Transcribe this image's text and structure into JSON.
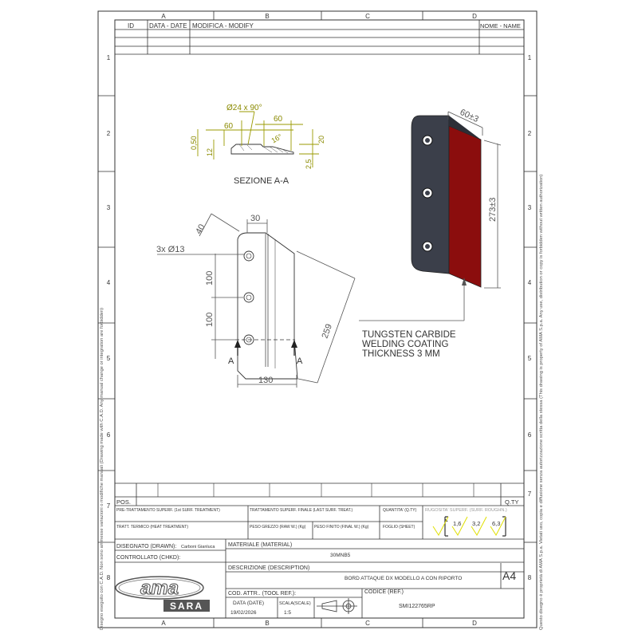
{
  "frame": {
    "columns": [
      "A",
      "B",
      "C",
      "D"
    ],
    "rows": [
      "1",
      "2",
      "3",
      "4",
      "5",
      "6",
      "7",
      "8"
    ]
  },
  "revision_table": {
    "id_header": "ID",
    "date_header": "DATA - DATE",
    "modify_header": "MODIFICA - MODIFY",
    "name_header": "NOME - NAME"
  },
  "section_view": {
    "chamfer": "Ø24 x 90°",
    "dim_60_a": "60",
    "dim_60_b": "60",
    "angle": "16°",
    "dim_050": "0,50",
    "dim_12": "12",
    "dim_20": "20",
    "dim_25": "2,5",
    "title": "SEZIONE A-A"
  },
  "front_view": {
    "holes": "3x Ø13",
    "dim_40": "40",
    "dim_30": "30",
    "dim_100_a": "100",
    "dim_100_b": "100",
    "dim_259": "259",
    "dim_130": "130",
    "section_left": "A",
    "section_right": "A"
  },
  "iso_view": {
    "dim_60": "60±3",
    "dim_273": "273±3",
    "colors": {
      "plate": "#3b3f4a",
      "coating": "#8b0d0d"
    }
  },
  "note": {
    "line1": "TUNGSTEN CARBIDE",
    "line2": "WELDING COATING",
    "line3": "THICKNESS 3 MM"
  },
  "title_block": {
    "pos": "POS.",
    "qty": "Q.TY",
    "pre_treatment": "PRE-TRATTAMENTO SUPERF. (1st SURF. TREATMENT)",
    "final_treatment": "TRATTAMENTO SUPERF. FINALE (LAST SURF. TREAT.)",
    "quantity": "QUANTITA' (Q.TY)",
    "roughness": "RUGOSITA' SUPERF. (SURF. ROUGHN.)",
    "r1": "1,6",
    "r2": "3,2",
    "r3": "6,3",
    "heat": "TRATT. TERMICO (HEAT TREATMENT)",
    "raw_weight": "PESO GREZZO (RAW W.) (Kg)",
    "final_weight": "PESO FINITO (FINAL W.) (Kg)",
    "sheet": "FOGLIO (SHEET)",
    "drawn_label": "DISEGNATO (DRAWN):",
    "drawn_value": "Carboni Gianluca",
    "material_label": "MATERIALE (MATERIAL)",
    "material_value": "30MNB5",
    "checked_label": "CONTROLLATO (CHKD):",
    "description_label": "DESCRIZIONE (DESCRIPTION)",
    "description_value": "BORD ATTAQUE DX MODELLO A CON RIPORTO",
    "format": "A4",
    "cod_label": "COD. ATTR.. (TOOL REF.):",
    "codice_label": "CODICE (REF.)",
    "date_label": "DATA (DATE)",
    "date_value": "19/02/2026",
    "scale_label": "SCALA(SCALE)",
    "scale_value": "1:5",
    "code_value": "SMI122765RP"
  },
  "logo": {
    "text1": "ama",
    "text2": "SARA"
  },
  "side_text": {
    "left": "Disegno eseguito con C.A.D. Non sono ammesse variazioni o modifiche manuali (Drawing made with C.A.D. Any manual change or integration are forbidden)",
    "right": "Questo disegno è proprietà di AMA S.p.a. Vietati uso, copia e diffusione senza autorizzazione scritta della stessa (This drawing is property of AMA S.p.a. Any use, distribution or copy is forbidden without written authorization)"
  }
}
